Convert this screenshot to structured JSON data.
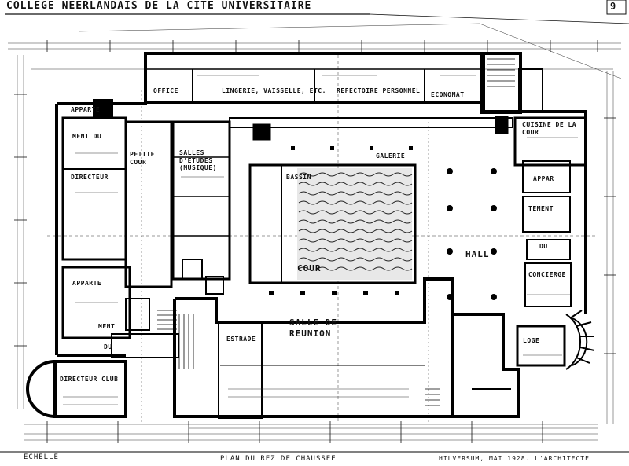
{
  "title": "COLLEGE NEERLANDAIS DE LA CITE UNIVERSITAIRE",
  "sheet_number": "9",
  "rooms": {
    "office": "OFFICE",
    "lingerie": "LINGERIE, VAISSELLE, ETC.",
    "refectoire": "REFECTOIRE PERSONNEL",
    "economat": "ECONOMAT",
    "appartement_top": "APPARTE",
    "ment_du": "MENT DU",
    "directeur": "DIRECTEUR",
    "petite_cour": "PETITE COUR",
    "salles_etudes": "SALLES D'ETUDES (MUSIQUE)",
    "galerie": "GALERIE",
    "bassin": "BASSIN",
    "cour": "COUR",
    "hall": "HALL",
    "cuisine": "CUISINE DE LA COUR",
    "appart_right": "APPAR",
    "tement": "TEMENT",
    "du": "DU",
    "concierge": "CONCIERGE",
    "appartement_left": "APPARTE",
    "ment": "MENT",
    "du_left": "DU",
    "estrade": "ESTRADE",
    "salle_reunion": "SALLE DE REUNION",
    "loge": "LOGE",
    "directeur_club": "DIRECTEUR CLUB"
  },
  "footer": {
    "scale": "ECHELLE",
    "plan_name": "PLAN DU REZ DE CHAUSSEE",
    "signature": "HILVERSUM, MAI 1928. L'ARCHITECTE"
  }
}
